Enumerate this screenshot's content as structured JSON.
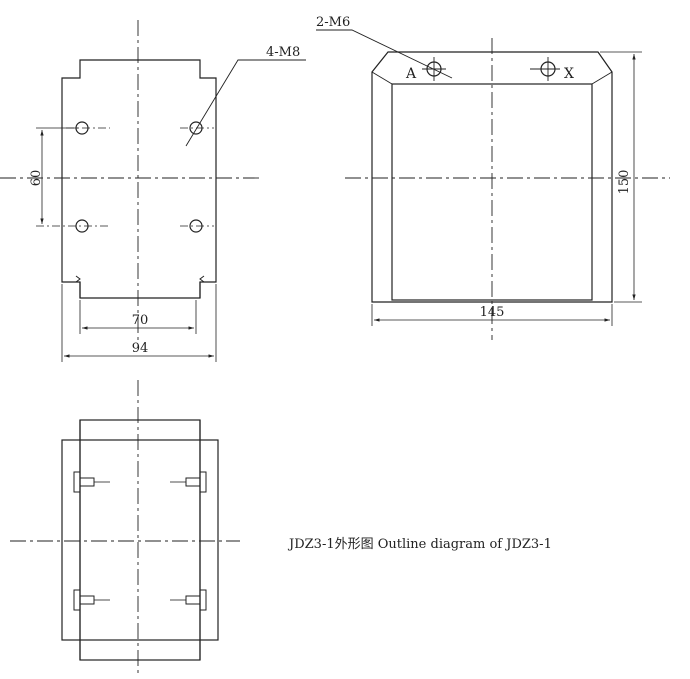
{
  "front_view": {
    "hole_callout": "4-M8",
    "dim_hole_vertical": "60",
    "dim_inner_width": "70",
    "dim_outer_width": "94"
  },
  "side_view": {
    "hole_callout": "2-M6",
    "terminal_a": "A",
    "terminal_x": "X",
    "dim_height": "150",
    "dim_width": "145"
  },
  "caption": "JDZ3-1外形图 Outline diagram of JDZ3-1"
}
